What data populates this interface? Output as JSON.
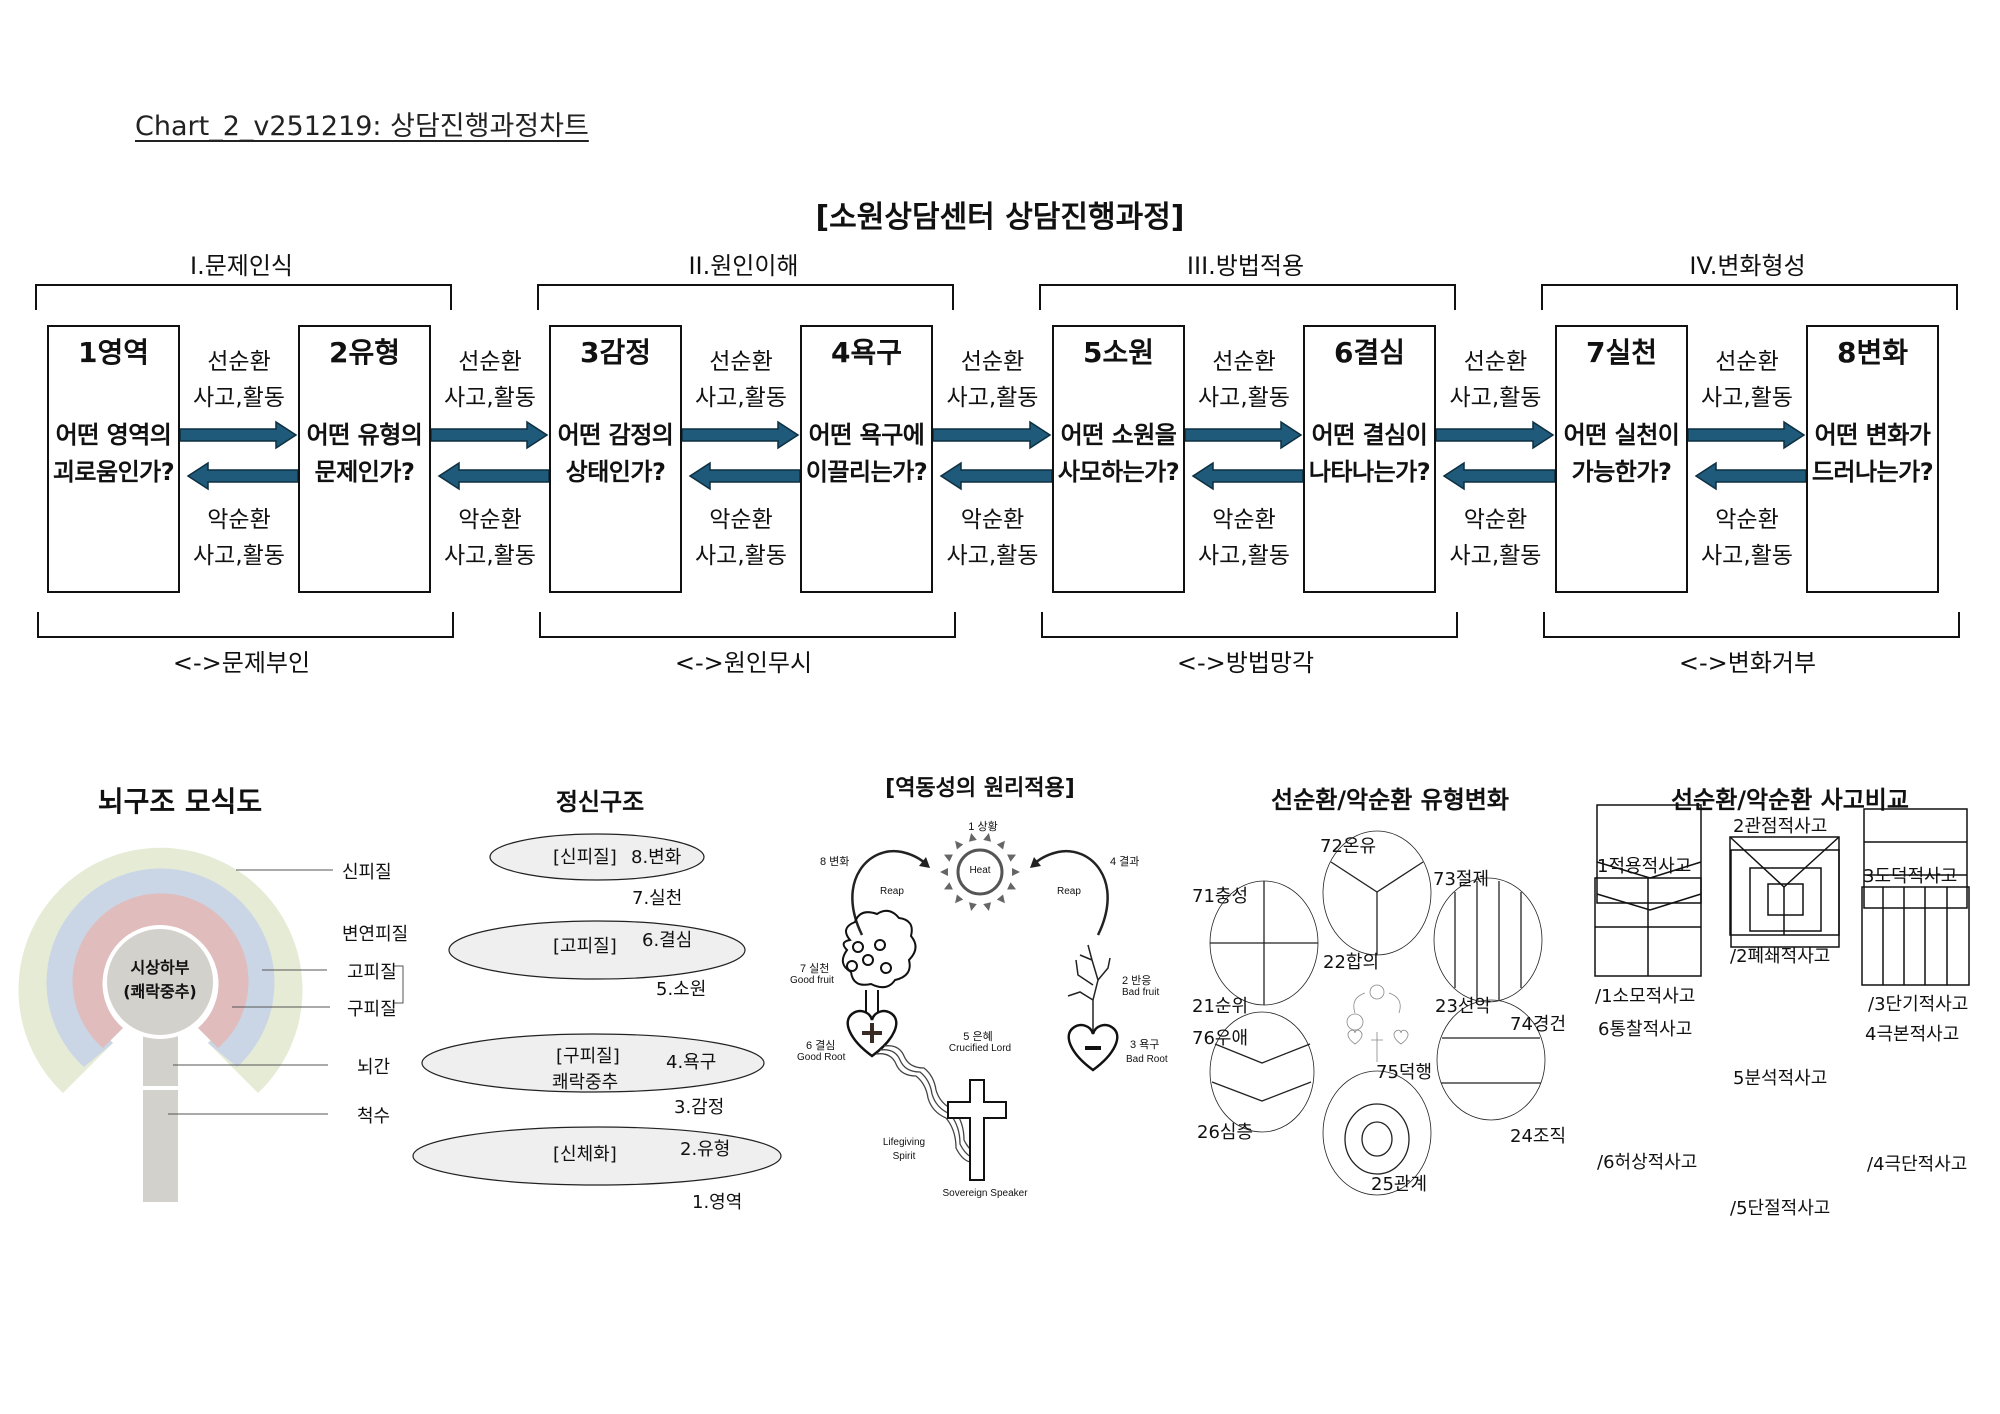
{
  "doc_title": "Chart_2_v251219: 상담진행과정차트",
  "main_title": "[소원상담센터 상담진행과정]",
  "stages": [
    {
      "label": "I.문제인식",
      "opposite": "<->문제부인"
    },
    {
      "label": "II.원인이해",
      "opposite": "<->원인무시"
    },
    {
      "label": "III.방법적용",
      "opposite": "<->방법망각"
    },
    {
      "label": "IV.변화형성",
      "opposite": "<->변화거부"
    }
  ],
  "steps": [
    {
      "num": "1영역",
      "q1": "어떤 영역의",
      "q2": "괴로움인가?"
    },
    {
      "num": "2유형",
      "q1": "어떤 유형의",
      "q2": "문제인가?"
    },
    {
      "num": "3감정",
      "q1": "어떤 감정의",
      "q2": "상태인가?"
    },
    {
      "num": "4욕구",
      "q1": "어떤 욕구에",
      "q2": "이끌리는가?"
    },
    {
      "num": "5소원",
      "q1": "어떤 소원을",
      "q2": "사모하는가?"
    },
    {
      "num": "6결심",
      "q1": "어떤 결심이",
      "q2": "나타나는가?"
    },
    {
      "num": "7실천",
      "q1": "어떤 실천이",
      "q2": "가능한가?"
    },
    {
      "num": "8변화",
      "q1": "어떤 변화가",
      "q2": "드러나는가?"
    }
  ],
  "connector": {
    "forward_1": "선순환",
    "forward_2": "사고,활동",
    "backward_1": "악순환",
    "backward_2": "사고,활동",
    "arrow_color": "#1f5a7a"
  },
  "brain": {
    "title": "뇌구조 모식도",
    "center_1": "시상하부",
    "center_2": "(쾌락중추)",
    "labels": [
      "신피질",
      "변연피질",
      "고피질",
      "구피질",
      "뇌간",
      "척수"
    ],
    "colors": {
      "outer": "#e6ebd6",
      "middle": "#cad6e6",
      "inner": "#e0bcbc",
      "core": "#d3d1cc"
    }
  },
  "mind": {
    "title": "정신구조",
    "layers": [
      {
        "tag": "[신피질]",
        "item": "8.변화",
        "below": "7.실천"
      },
      {
        "tag": "[고피질]",
        "item": "6.결심",
        "below": "5.소원"
      },
      {
        "tag": "[구피질]",
        "tag2": "쾌락중추",
        "item": "4.욕구",
        "below": "3.감정"
      },
      {
        "tag": "[신체화]",
        "item": "2.유형",
        "below": "1.영역"
      }
    ]
  },
  "dynamics": {
    "title": "[역동성의 원리적용]",
    "sun_label": "1 상황",
    "sun_text": "Heat",
    "left_arc": "8 변화",
    "right_arc": "4 결과",
    "reap": "Reap",
    "good_tree_1": "7 실천",
    "good_tree_2": "Good fruit",
    "good_heart_1": "6 결심",
    "good_heart_2": "Good Root",
    "bad_tree_1": "2 반응",
    "bad_tree_2": "Bad fruit",
    "bad_heart_1": "3 욕구",
    "bad_heart_2": "Bad Root",
    "cross_1": "5 은혜",
    "cross_2": "Crucified Lord",
    "spirit_1": "Lifegiving",
    "spirit_2": "Spirit",
    "speaker": "Sovereign Speaker"
  },
  "types": {
    "title": "선순환/악순환 유형변화",
    "labels": {
      "c71": "71충성",
      "c21": "21순위",
      "c72": "72온유",
      "c22": "22합의",
      "c73": "73절제",
      "c23": "23선악",
      "c76": "76우애",
      "c26": "26심층",
      "c75": "75덕행",
      "c25": "25관계",
      "c74": "74경건",
      "c24": "24조직"
    }
  },
  "thinking": {
    "title": "선순환/악순환 사고비교",
    "items": {
      "t1": "1적용적사고",
      "b1": "/1소모적사고",
      "t2": "2관점적사고",
      "b2": "/2폐쇄적사고",
      "t3": "3도덕적사고",
      "b3": "/3단기적사고",
      "t6": "6통찰적사고",
      "b6": "/6허상적사고",
      "t5": "5분석적사고",
      "b5": "/5단절적사고",
      "t4": "4극본적사고",
      "b4": "/4극단적사고"
    }
  }
}
